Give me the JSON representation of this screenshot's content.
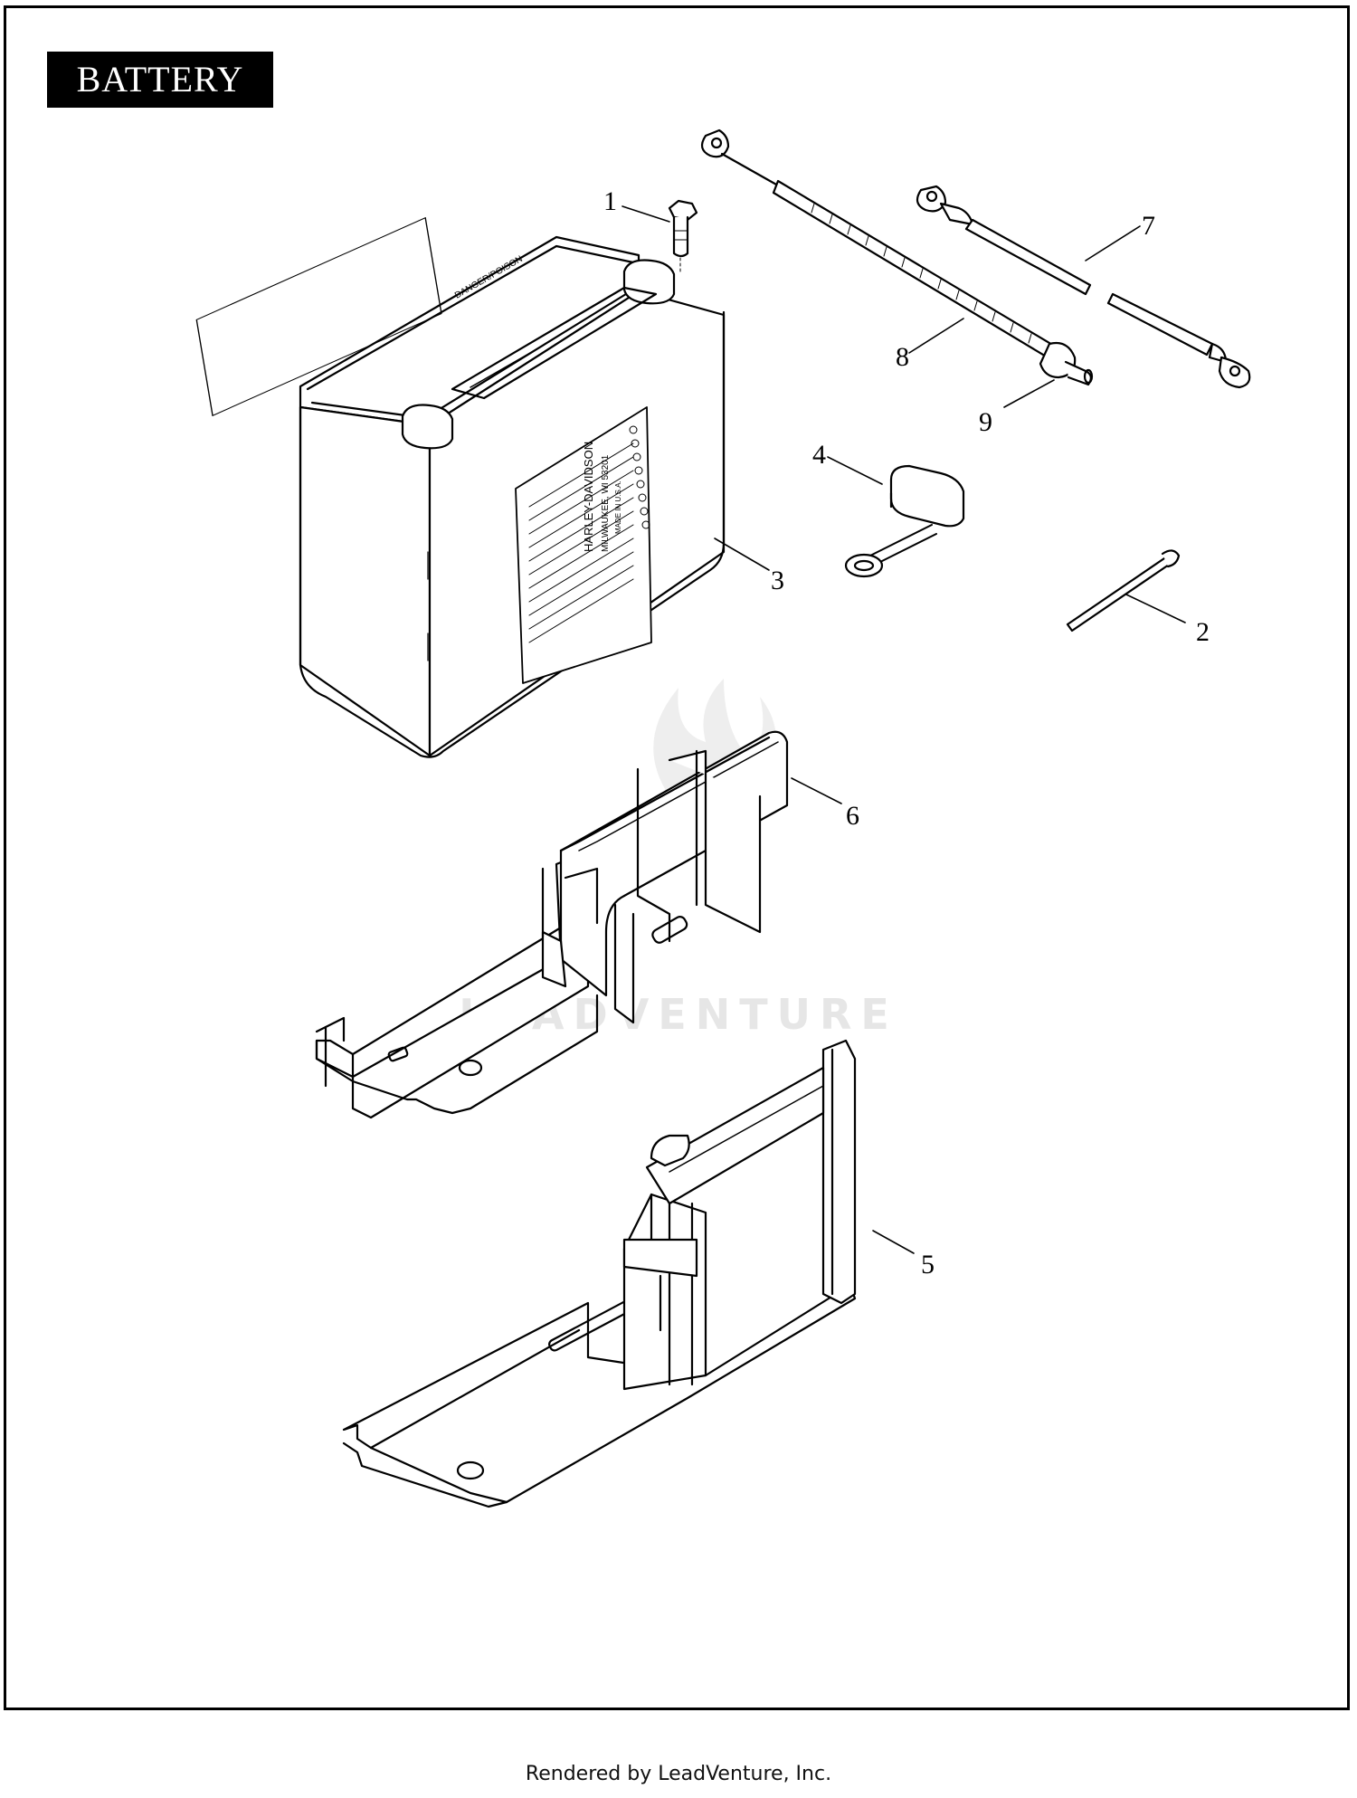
{
  "diagram": {
    "title": "BATTERY",
    "watermark": "LEADVENTURE",
    "callouts": [
      "1",
      "2",
      "3",
      "4",
      "5",
      "6",
      "7",
      "8",
      "9"
    ],
    "battery_label": {
      "brand": "HARLEY-DAVIDSON",
      "location": "MILWAUKEE, WI 53201",
      "origin": "MADE IN U.S.A.",
      "warning": "DANGER/POISON"
    }
  },
  "footer": {
    "text": "Rendered by LeadVenture, Inc."
  }
}
